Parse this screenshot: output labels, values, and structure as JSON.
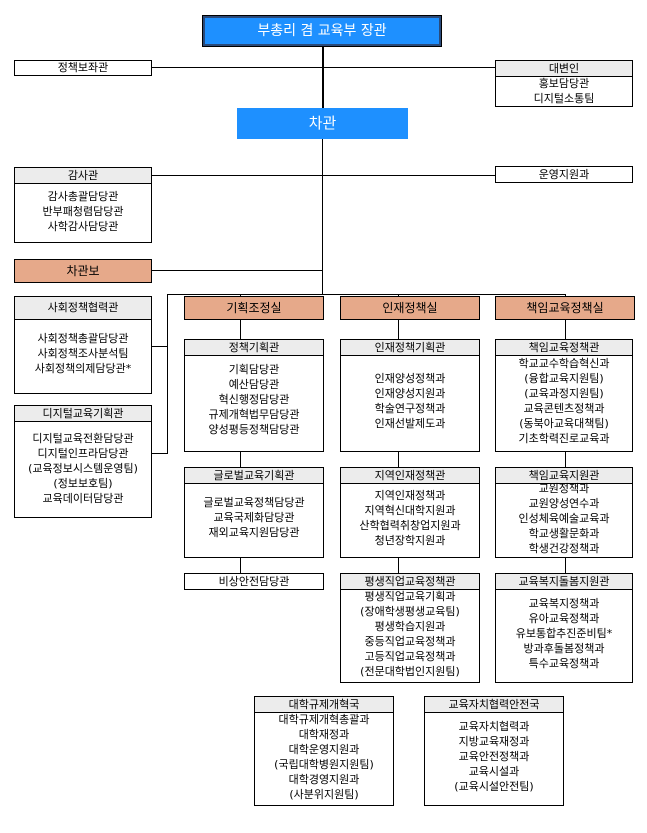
{
  "minister": "부총리 겸 교육부 장관",
  "policy_advisor": "정책보좌관",
  "spokesperson": {
    "title": "대변인",
    "items": [
      "홍보담당관",
      "디지털소통팀"
    ]
  },
  "vice_minister": "차관",
  "audit": {
    "title": "감사관",
    "items": [
      "감사총괄담당관",
      "반부패청렴담당관",
      "사학감사담당관"
    ]
  },
  "operations_support": "운영지원과",
  "deputy_vice": "차관보",
  "social_policy": {
    "title": "사회정책협력관",
    "items": [
      "사회정책총괄담당관",
      "사회정책조사분석팀",
      "사회정책의제담당관*"
    ]
  },
  "digital_edu": {
    "title": "디지털교육기획관",
    "items": [
      "디지털교육전환담당관",
      "디지털인프라담당관",
      "(교육정보시스템운영팀)",
      "(정보보호팀)",
      "교육데이터담당관"
    ]
  },
  "offices": [
    {
      "title": "기획조정실",
      "groups": [
        {
          "title": "정책기획관",
          "items": [
            "기획담당관",
            "예산담당관",
            "혁신행정담당관",
            "규제개혁법무담당관",
            "양성평등정책담당관"
          ]
        },
        {
          "title": "글로벌교육기획관",
          "items": [
            "글로벌교육정책담당관",
            "교육국제화담당관",
            "재외교육지원담당관"
          ]
        }
      ],
      "extra": "비상안전담당관"
    },
    {
      "title": "인재정책실",
      "groups": [
        {
          "title": "인재정책기획관",
          "items": [
            "인재양성정책과",
            "인재양성지원과",
            "학술연구정책과",
            "인재선발제도과"
          ]
        },
        {
          "title": "지역인재정책관",
          "items": [
            "지역인재정책과",
            "지역혁신대학지원과",
            "산학협력취창업지원과",
            "청년장학지원과"
          ]
        },
        {
          "title": "평생직업교육정책관",
          "items": [
            "평생직업교육기획과",
            "(장애학생평생교육팀)",
            "평생학습지원과",
            "중등직업교육정책과",
            "고등직업교육정책과",
            "(전문대학법인지원팀)"
          ]
        }
      ]
    },
    {
      "title": "책임교육정책실",
      "groups": [
        {
          "title": "책임교육정책관",
          "items": [
            "학교교수학습혁신과",
            "(융합교육지원팀)",
            "(교육과정지원팀)",
            "교육콘텐츠정책과",
            "(동북아교육대책팀)",
            "기초학력진로교육과"
          ]
        },
        {
          "title": "책임교육지원관",
          "items": [
            "교원정책과",
            "교원양성연수과",
            "인성체육예술교육과",
            "학교생활문화과",
            "학생건강정책과"
          ]
        },
        {
          "title": "교육복지돌봄지원관",
          "items": [
            "교육복지정책과",
            "유아교육정책과",
            "유보통합추진준비팀*",
            "방과후돌봄정책과",
            "특수교육정책과"
          ]
        }
      ]
    }
  ],
  "university_bureau": {
    "title": "대학규제개혁국",
    "items": [
      "대학규제개혁총괄과",
      "대학재정과",
      "대학운영지원과",
      "(국립대학병원지원팀)",
      "대학경영지원과",
      "(사분위지원팀)"
    ]
  },
  "autonomy_bureau": {
    "title": "교육자치협력안전국",
    "items": [
      "교육자치협력과",
      "지방교육재정과",
      "교육안전정책과",
      "교육시설과",
      "(교육시설안전팀)"
    ]
  }
}
